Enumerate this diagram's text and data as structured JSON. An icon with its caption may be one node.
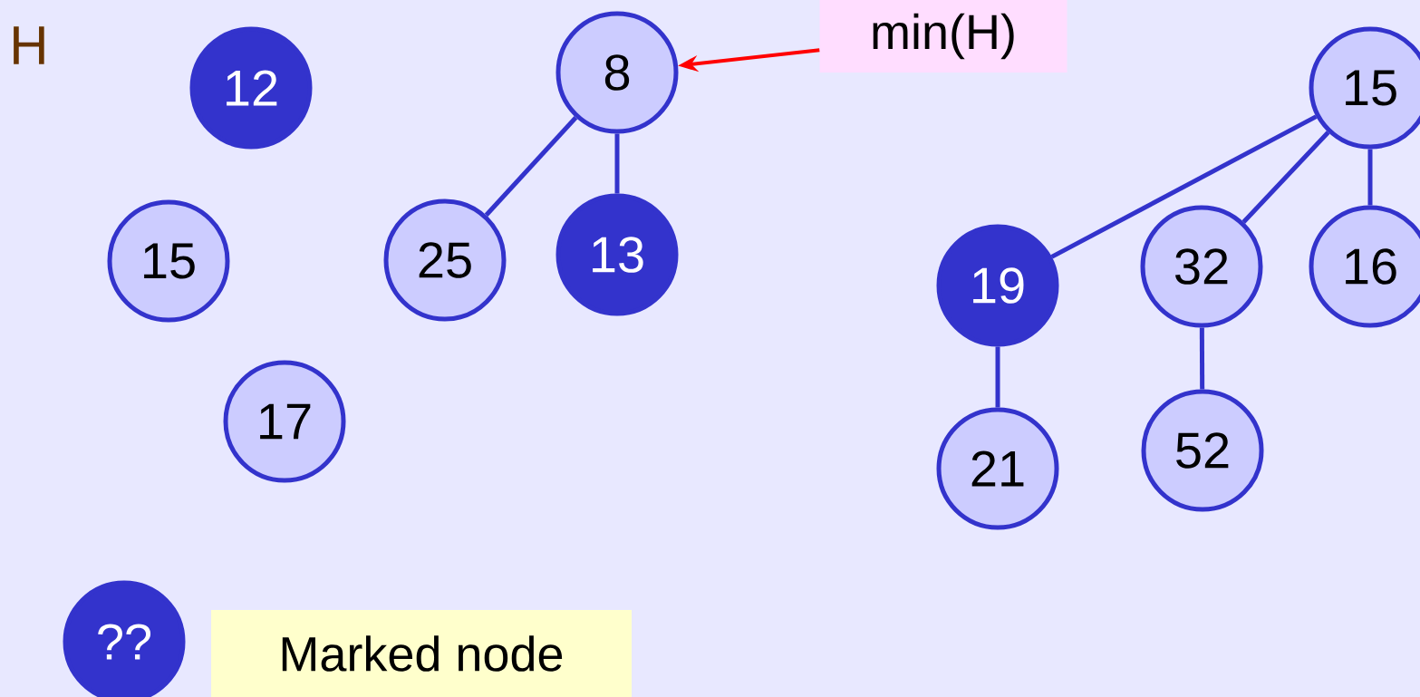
{
  "diagram": {
    "nodes": [
      {
        "text": [
          "12"
        ]
      },
      {
        "text": [
          "8"
        ]
      },
      {
        "text": [
          "min(H)"
        ]
      },
      {
        "text": [
          "15"
        ]
      },
      {
        "text": [
          "15"
        ]
      },
      {
        "text": [
          "25"
        ]
      },
      {
        "text": [
          "13"
        ]
      },
      {
        "text": [
          "19"
        ]
      },
      {
        "text": [
          "32"
        ]
      },
      {
        "text": [
          "16"
        ]
      },
      {
        "text": [
          "17"
        ]
      },
      {
        "text": [
          "21"
        ]
      },
      {
        "text": [
          "52"
        ]
      },
      {
        "text": [
          "??"
        ]
      },
      {
        "text": [
          "Marked node"
        ]
      }
    ],
    "edges": [
      {
        "from": 1,
        "to": 5,
        "arrow": "none"
      },
      {
        "from": 1,
        "to": 6,
        "arrow": "none"
      },
      {
        "from": 3,
        "to": 7,
        "arrow": "none"
      },
      {
        "from": 3,
        "to": 8,
        "arrow": "none"
      },
      {
        "from": 3,
        "to": 9,
        "arrow": "none"
      },
      {
        "from": 7,
        "to": 11,
        "arrow": "none"
      },
      {
        "from": 8,
        "to": 12,
        "arrow": "none"
      },
      {
        "from": 2,
        "to": 1,
        "arrow": "to",
        "color": "#ff0000"
      }
    ],
    "labels": [
      "H"
    ]
  }
}
